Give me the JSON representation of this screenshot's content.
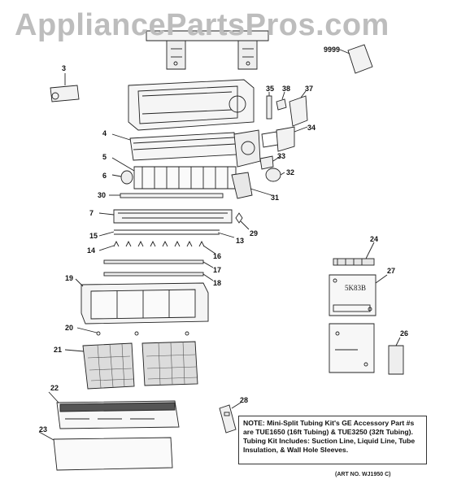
{
  "watermark": "AppliancePartsPros.com",
  "labels": {
    "p3": "3",
    "p4": "4",
    "p5": "5",
    "p6": "6",
    "p7": "7",
    "p13": "13",
    "p14": "14",
    "p15": "15",
    "p16": "16",
    "p17": "17",
    "p18": "18",
    "p19": "19",
    "p20": "20",
    "p21": "21",
    "p22": "22",
    "p23": "23",
    "p24": "24",
    "p26": "26",
    "p27": "27",
    "p28": "28",
    "p29": "29",
    "p30": "30",
    "p31": "31",
    "p32": "32",
    "p33": "33",
    "p34": "34",
    "p35": "35",
    "p37": "37",
    "p38": "38",
    "p9999": "9999"
  },
  "chip_marking": "5K83B",
  "note": {
    "line1": "NOTE: Mini-Split Tubing Kit's GE Accessory Part #s",
    "line2": "are TUE1650 (16ft Tubing) & TUE3250 (32ft Tubing).",
    "line3": "Tubing Kit Includes: Suction Line, Liquid Line, Tube",
    "line4": "Insulation, & Wall Hole Sleeves."
  },
  "art_number": "(ART NO. WJ1950 C)"
}
